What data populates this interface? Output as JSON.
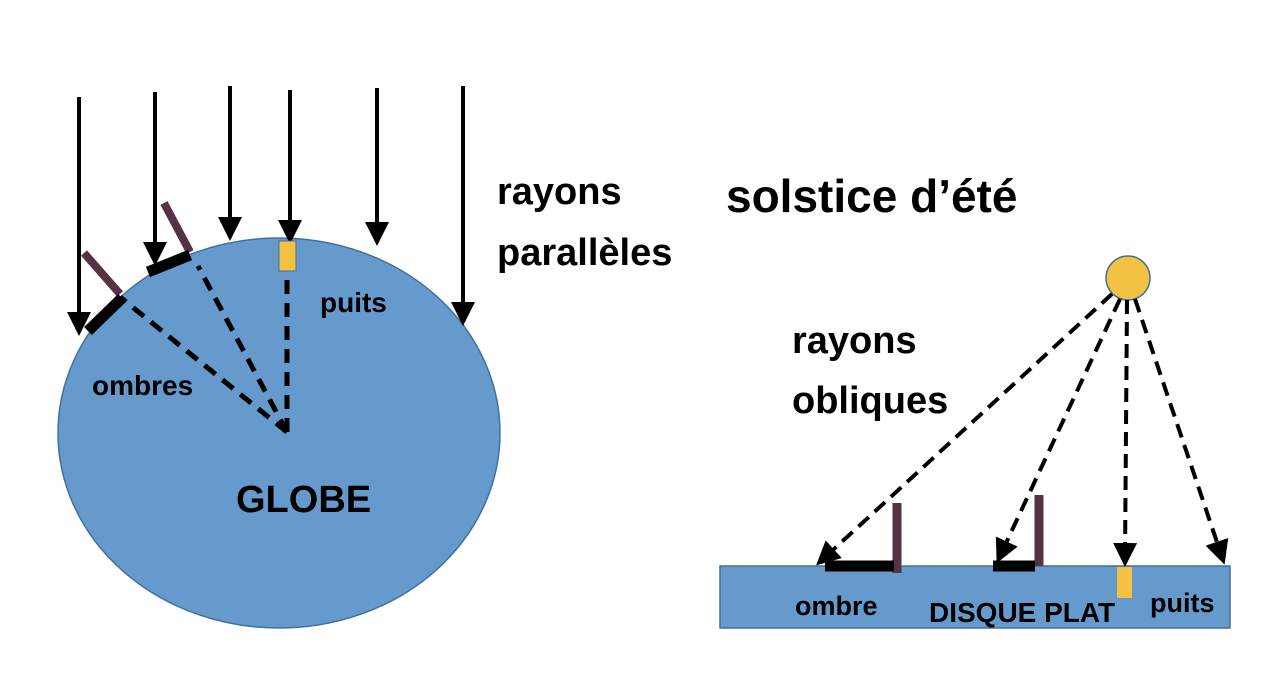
{
  "labels": {
    "parallel_rays": [
      "rayons",
      "parallèles"
    ],
    "title": "solstice d’été",
    "oblique_rays": [
      "rayons",
      "obliques"
    ],
    "well_globe": "puits",
    "shadows_globe": "ombres",
    "globe": "GLOBE",
    "shadow_disk": "ombre",
    "disk": "DISQUE PLAT",
    "well_disk": "puits"
  },
  "colors": {
    "earth": "#6699cc",
    "earth_stroke": "#41719c",
    "sun": "#f4c242",
    "stick": "#553344",
    "ray": "#000000"
  }
}
